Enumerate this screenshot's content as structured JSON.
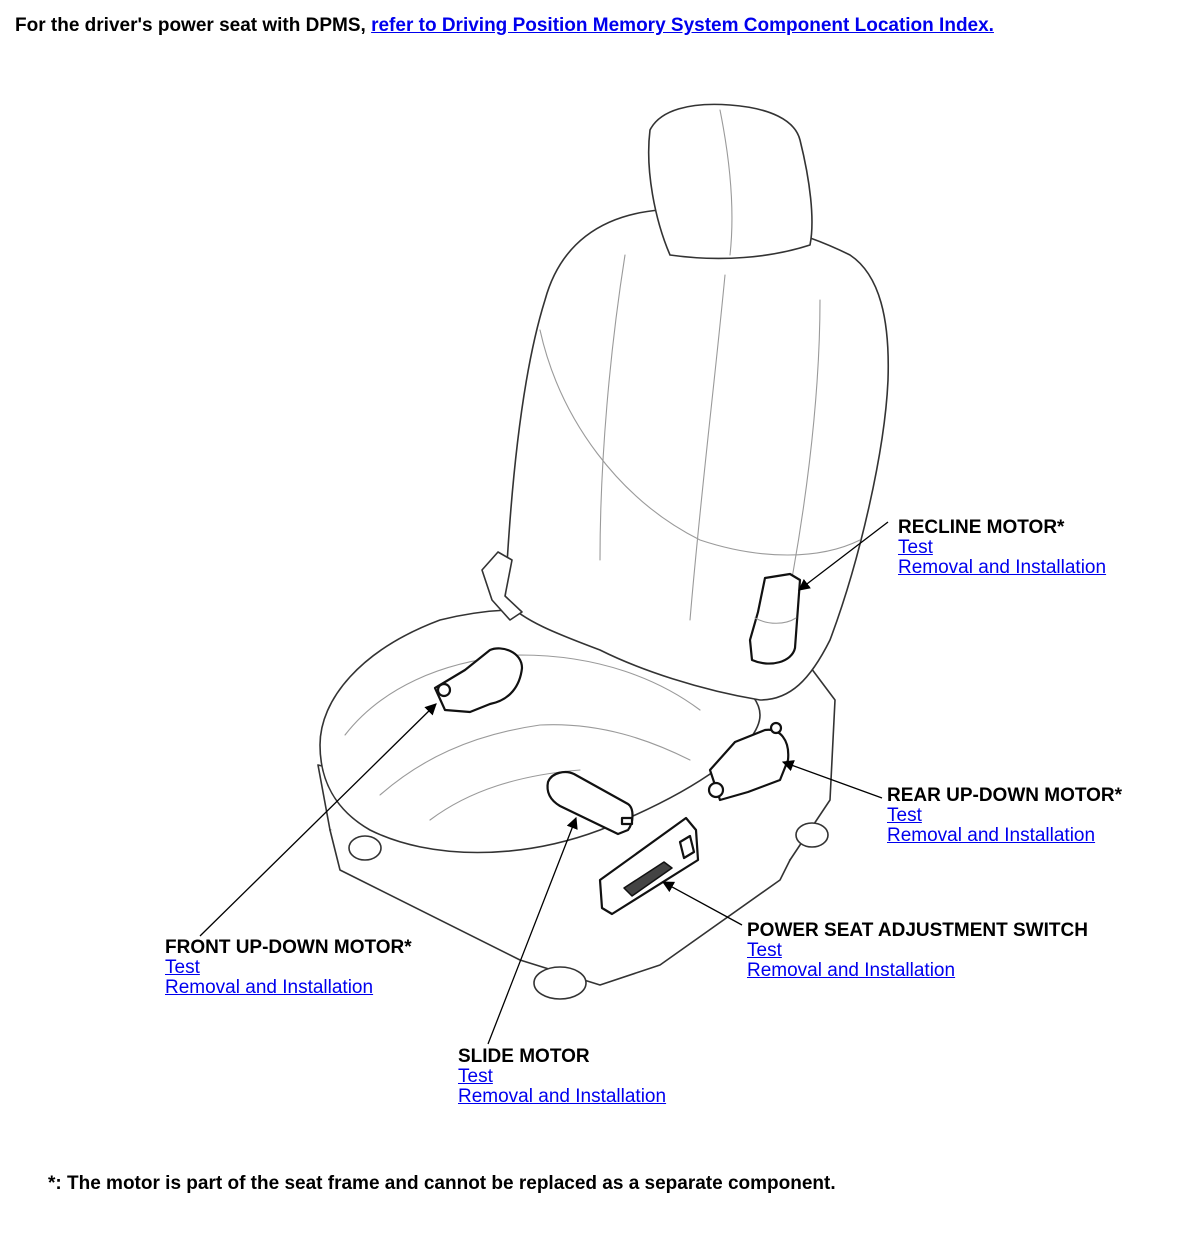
{
  "intro": {
    "text": "For the driver's power seat with DPMS, ",
    "link": "refer to Driving Position Memory System Component Location Index."
  },
  "callouts": {
    "recline": {
      "title": "RECLINE MOTOR*",
      "test": "Test",
      "removal": "Removal and Installation"
    },
    "rear_up_down": {
      "title": "REAR UP-DOWN MOTOR*",
      "test": "Test",
      "removal": "Removal and Installation"
    },
    "switch": {
      "title": "POWER SEAT ADJUSTMENT SWITCH",
      "test": "Test",
      "removal": "Removal and Installation"
    },
    "front_up_down": {
      "title": "FRONT UP-DOWN MOTOR*",
      "test": "Test",
      "removal": "Removal and Installation"
    },
    "slide": {
      "title": "SLIDE MOTOR",
      "test": "Test",
      "removal": "Removal and Installation"
    }
  },
  "footnote": "*: The motor is part of the seat frame and cannot be replaced as a separate component.",
  "colors": {
    "link": "#0000ee",
    "text": "#000000",
    "line_art": "#333333"
  }
}
